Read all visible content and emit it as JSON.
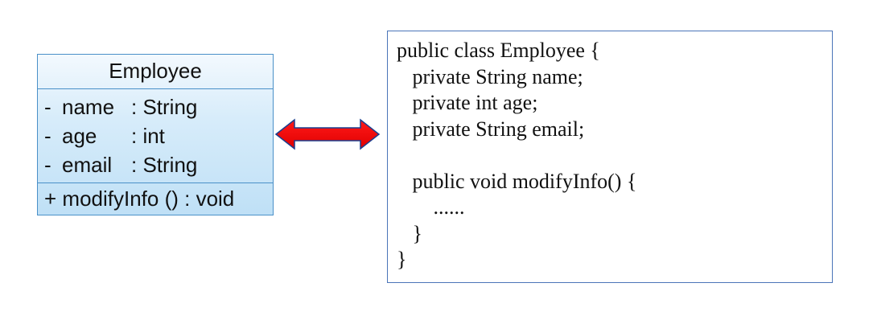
{
  "uml": {
    "class_name": "Employee",
    "attributes": [
      {
        "visibility": "-",
        "name": "name",
        "type": ": String"
      },
      {
        "visibility": "-",
        "name": "age",
        "type": ": int"
      },
      {
        "visibility": "-",
        "name": "email",
        "type": ": String"
      }
    ],
    "operation": "+  modifyInfo ()  : void"
  },
  "arrow": {
    "color": "#ff0000",
    "icon": "double-headed-arrow-icon"
  },
  "code": {
    "lines": [
      "public class Employee {",
      "   private String name;",
      "   private int age;",
      "   private String email;",
      "",
      "   public void modifyInfo() {",
      "       ......",
      "   }",
      "}"
    ]
  }
}
